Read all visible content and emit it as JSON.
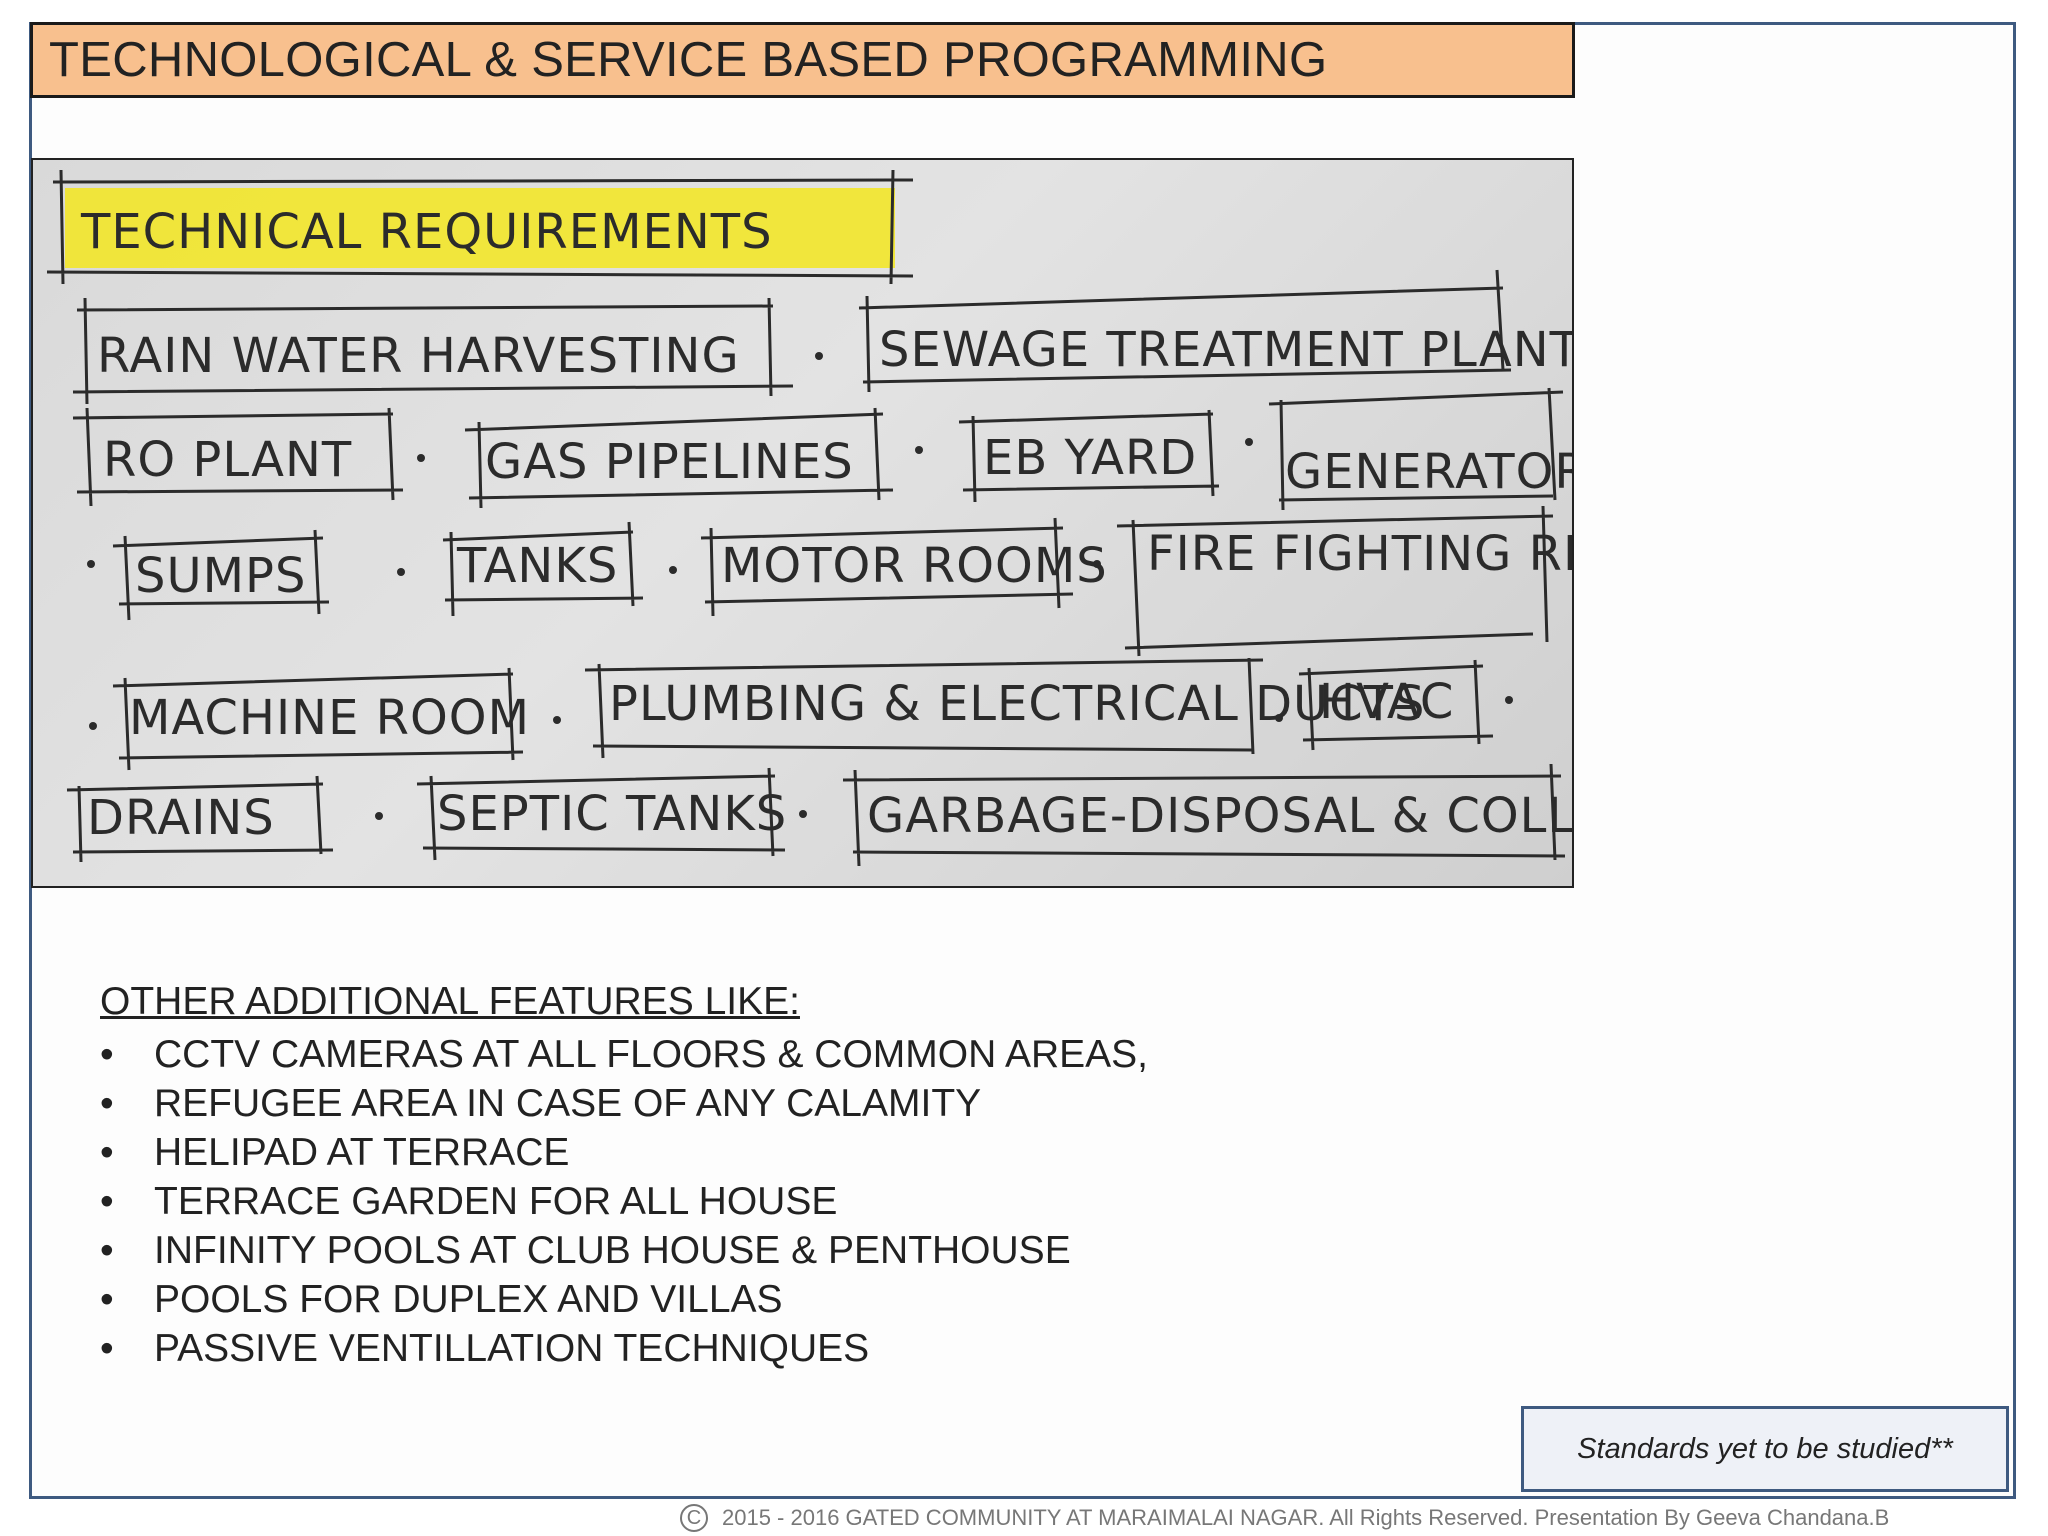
{
  "slide": {
    "title": "TECHNOLOGICAL & SERVICE BASED PROGRAMMING"
  },
  "sketch": {
    "heading": "TECHNICAL REQUIREMENTS",
    "heading_color": "#f2e62e",
    "items": [
      "RAIN WATER HARVESTING",
      "SEWAGE TREATMENT PLANT",
      "RO PLANT",
      "GAS PIPELINES",
      "EB YARD",
      "GENERATOR ROOMS",
      "SUMPS",
      "TANKS",
      "MOTOR ROOMS",
      "FIRE FIGHTING REQUIREMENTS",
      "MACHINE ROOM",
      "PLUMBING & ELECTRICAL DUCTS",
      "HVAC",
      "DRAINS",
      "SEPTIC TANKS",
      "GARBAGE-DISPOSAL & COLLECTION"
    ]
  },
  "features": {
    "heading": "OTHER ADDITIONAL FEATURES LIKE:",
    "bullet": "•",
    "items": [
      "CCTV CAMERAS AT ALL FLOORS & COMMON AREAS,",
      "REFUGEE AREA IN CASE OF ANY CALAMITY",
      "HELIPAD AT TERRACE",
      "TERRACE GARDEN FOR ALL HOUSE",
      "INFINITY POOLS AT CLUB HOUSE & PENTHOUSE",
      "POOLS FOR DUPLEX AND VILLAS",
      "PASSIVE VENTILLATION TECHNIQUES"
    ]
  },
  "note": {
    "text": "Standards yet to be studied**"
  },
  "footer": {
    "copyright_symbol": "C",
    "text": "2015  - 2016 GATED COMMUNITY AT MARAIMALAI NAGAR. All Rights Reserved. Presentation By Geeva Chandana.B"
  },
  "colors": {
    "title_bg": "#f8c08e",
    "frame_border": "#3e5a80",
    "note_bg": "#eef1f7"
  }
}
